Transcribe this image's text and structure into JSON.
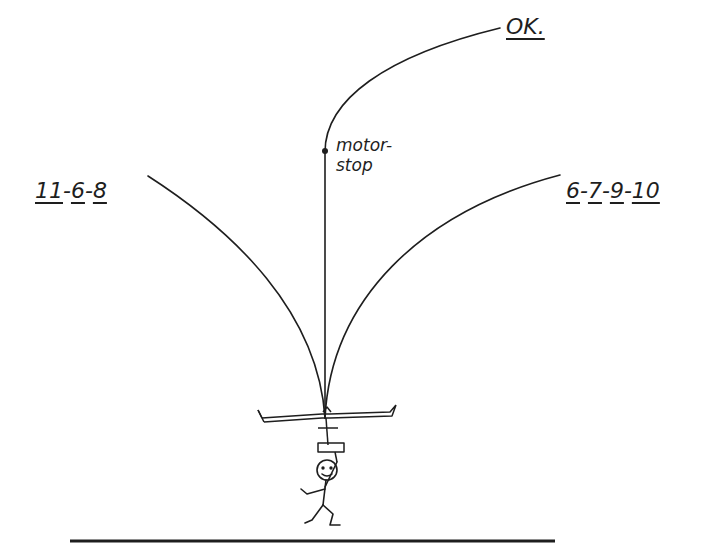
{
  "diagram": {
    "labels": [
      "11-6-8",
      "motor- stop",
      "6-7-9-10",
      "OK."
    ]
  }
}
